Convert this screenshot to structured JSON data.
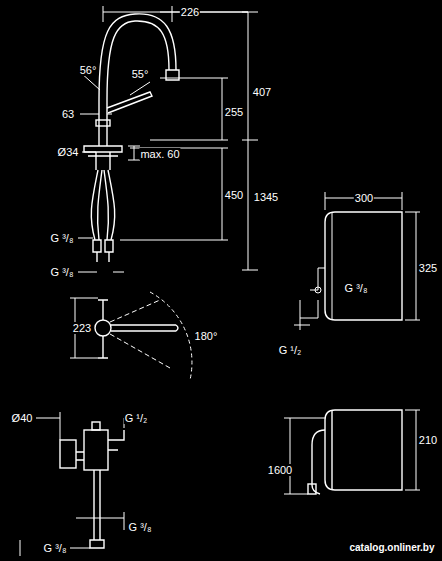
{
  "diagram": {
    "labels": [
      "226",
      "56°",
      "55°",
      "63",
      "407",
      "255",
      "Ø34",
      "max. 60",
      "450",
      "1345",
      "G ³/₈",
      "G ³/₈",
      "300",
      "325",
      "G ³/₈",
      "G ¹/₂",
      "223",
      "180°",
      "Ø40",
      "G ¹/₂",
      "1600",
      "210",
      "G ³/₈",
      "G ³/₈",
      "catalog.onliner.by"
    ]
  }
}
